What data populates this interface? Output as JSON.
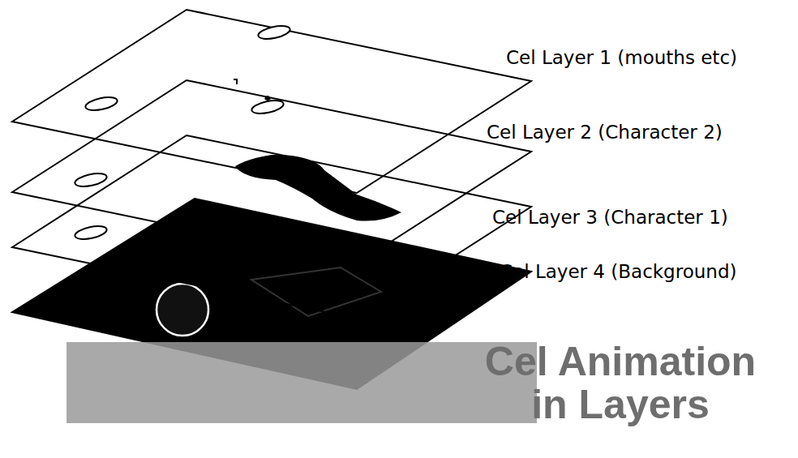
{
  "diagram": {
    "title": "Cel Animation in Layers",
    "labels": [
      "Cel Layer 1 (mouths etc)",
      "Cel Layer 2 (Character 2)",
      "Cel Layer 3 (Character 1)",
      "Cel Layer 4 (Background)"
    ]
  }
}
